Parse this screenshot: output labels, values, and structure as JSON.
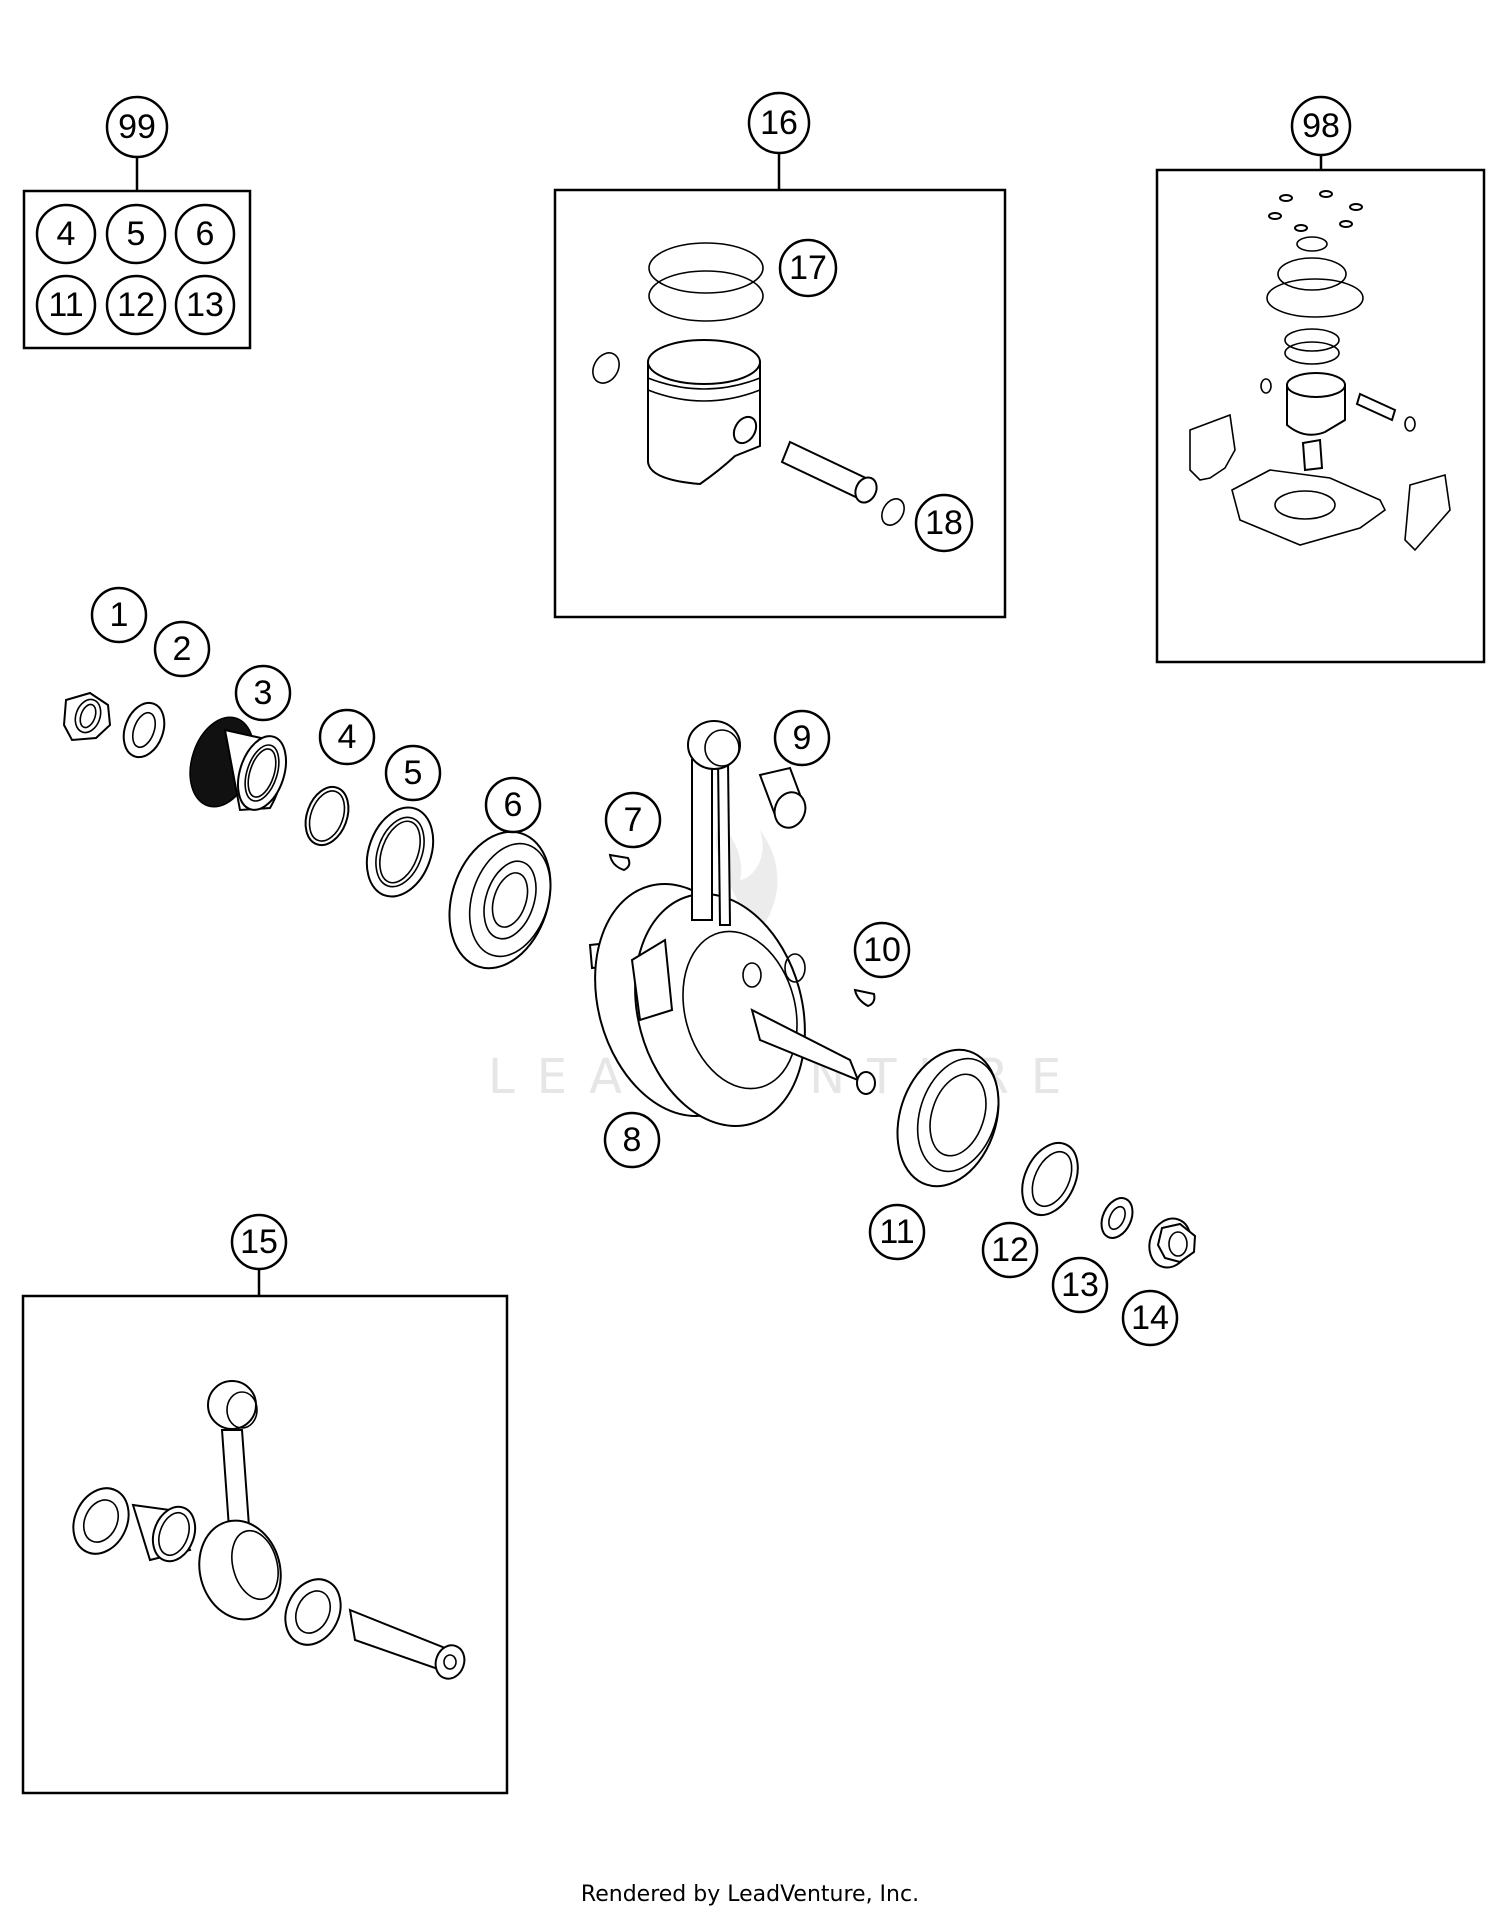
{
  "diagram": {
    "type": "exploded parts diagram",
    "subject": "Crankshaft, piston assembly",
    "watermark": "LEADVENTURE",
    "kits": [
      {
        "callout": "99",
        "contents": [
          "4",
          "5",
          "6",
          "11",
          "12",
          "13"
        ]
      },
      {
        "callout": "16",
        "contents": [
          "17",
          "18"
        ],
        "depicts": "piston kit"
      },
      {
        "callout": "98",
        "contents": [],
        "depicts": "top-end gasket/piston kit"
      },
      {
        "callout": "15",
        "contents": [],
        "depicts": "connecting rod kit"
      }
    ],
    "callouts": [
      {
        "id": "1",
        "label": "1",
        "part": "hex nut"
      },
      {
        "id": "2",
        "label": "2",
        "part": "lock washer"
      },
      {
        "id": "3",
        "label": "3",
        "part": "primary gear"
      },
      {
        "id": "4",
        "label": "4",
        "part": "o-ring"
      },
      {
        "id": "5",
        "label": "5",
        "part": "shaft seal"
      },
      {
        "id": "6",
        "label": "6",
        "part": "ball bearing"
      },
      {
        "id": "7",
        "label": "7",
        "part": "woodruff key"
      },
      {
        "id": "8",
        "label": "8",
        "part": "crankshaft"
      },
      {
        "id": "9",
        "label": "9",
        "part": "needle bearing"
      },
      {
        "id": "10",
        "label": "10",
        "part": "woodruff key"
      },
      {
        "id": "11",
        "label": "11",
        "part": "ball bearing"
      },
      {
        "id": "12",
        "label": "12",
        "part": "shaft seal"
      },
      {
        "id": "13",
        "label": "13",
        "part": "lock washer"
      },
      {
        "id": "14",
        "label": "14",
        "part": "collar nut"
      },
      {
        "id": "15",
        "label": "15",
        "part": "connecting rod kit"
      },
      {
        "id": "16",
        "label": "16",
        "part": "piston kit"
      },
      {
        "id": "17",
        "label": "17",
        "part": "piston rings"
      },
      {
        "id": "18",
        "label": "18",
        "part": "piston pin circlip"
      },
      {
        "id": "98",
        "label": "98",
        "part": "gasket kit"
      },
      {
        "id": "99",
        "label": "99",
        "part": "bearing/seal kit"
      }
    ]
  },
  "footer": {
    "text": "Rendered by LeadVenture, Inc."
  }
}
